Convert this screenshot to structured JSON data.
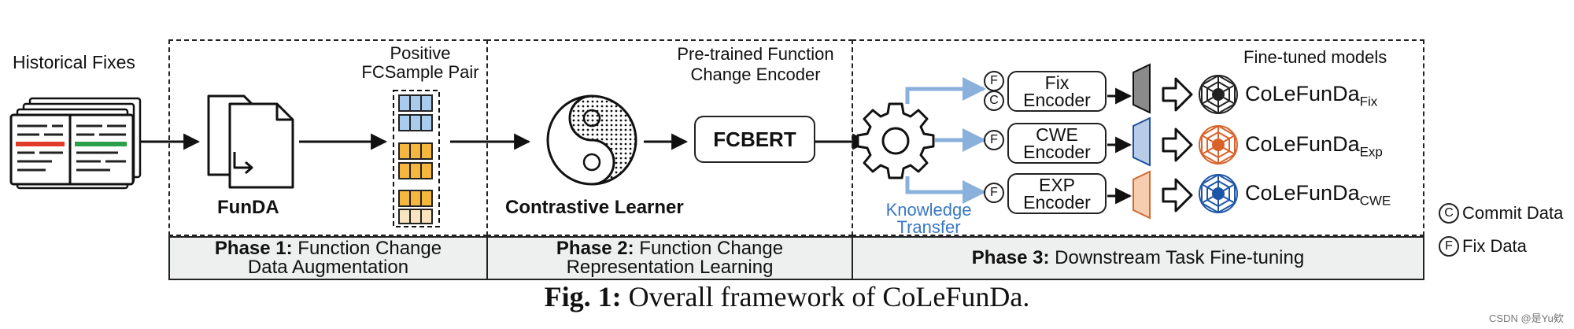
{
  "historical_fixes_label": "Historical Fixes",
  "phase1": {
    "positive_pair_label_line1": "Positive",
    "positive_pair_label_line2": "FCSample Pair",
    "funda_label": "FunDA",
    "bar_title": "Phase 1:",
    "bar_line1_rest": "Function Change",
    "bar_line2": "Data Augmentation"
  },
  "phase2": {
    "encoder_label_line1": "Pre-trained Function",
    "encoder_label_line2": "Change Encoder",
    "fcbert_label": "FCBERT",
    "contrastive_label": "Contrastive Learner",
    "bar_title": "Phase 2:",
    "bar_line1_rest": "Function Change",
    "bar_line2": "Representation Learning"
  },
  "phase3": {
    "finetuned_label": "Fine-tuned models",
    "knowledge_line1": "Knowledge",
    "knowledge_line2": "Transfer",
    "encoders": [
      {
        "line1": "Fix",
        "line2": "Encoder"
      },
      {
        "line1": "CWE",
        "line2": "Encoder"
      },
      {
        "line1": "EXP",
        "line2": "Encoder"
      }
    ],
    "models": [
      {
        "base": "CoLeFunDa",
        "sub": "Fix"
      },
      {
        "base": "CoLeFunDa",
        "sub": "Exp"
      },
      {
        "base": "CoLeFunDa",
        "sub": "CWE"
      }
    ],
    "bar_title": "Phase 3:",
    "bar_rest": "Downstream Task Fine-tuning"
  },
  "legend": {
    "commit_symbol": "C",
    "commit_label": "Commit Data",
    "fix_symbol": "F",
    "fix_label": "Fix Data"
  },
  "caption": {
    "fig_label": "Fig. 1:",
    "text": "Overall framework of CoLeFunDa."
  },
  "watermark": "CSDN @是Yu欸",
  "colors": {
    "knowledge_blue": "#3a78c2",
    "arrow_blue": "#8ab0dc",
    "fix_encoder": "#8a8a8a",
    "cwe_encoder": "#b8cce8",
    "exp_encoder": "#f7cdb0",
    "pair_blue": "#a9cbee",
    "pair_orange": "#f5b73e",
    "pair_cream": "#f8e4bf",
    "phase_bar": "#eef0ef"
  }
}
